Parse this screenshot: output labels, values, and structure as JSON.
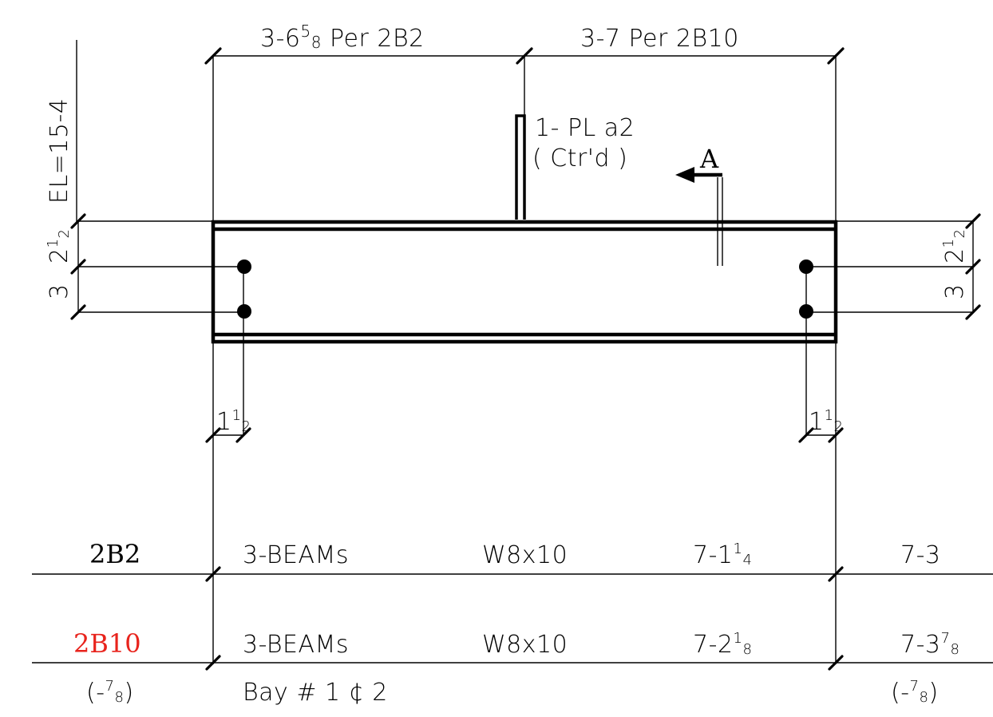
{
  "dimensions": {
    "left_span": "3-6",
    "left_span_sup": "5",
    "left_span_sub": "8",
    "left_span_ref": " Per 2B2",
    "right_span": "3-7 Per 2B10",
    "elevation": "EL=15-4",
    "left_top": "2",
    "left_top_sup": "1",
    "left_top_sub": "2",
    "left_hole": "3",
    "right_top": "2",
    "right_top_sup": "1",
    "right_top_sub": "2",
    "right_hole": "3",
    "left_edge": "1",
    "left_edge_sup": "1",
    "left_edge_sub": "2",
    "right_edge": "1",
    "right_edge_sup": "1",
    "right_edge_sub": "2"
  },
  "plate": {
    "label": "1- PL a2",
    "note": "( Ctr'd )"
  },
  "section": {
    "label": "A"
  },
  "rows": [
    {
      "mark": "2B2",
      "mark_color": "#000000",
      "qty": "3-BEAMs",
      "size": "W8x10",
      "length": "7-1",
      "length_sup": "1",
      "length_sub": "4",
      "right": "7-3",
      "right_sup": "",
      "right_sub": ""
    },
    {
      "mark": "2B10",
      "mark_color": "#e8231c",
      "qty": "3-BEAMs",
      "size": "W8x10",
      "length": "7-2",
      "length_sup": "1",
      "length_sub": "8",
      "right": "7-3",
      "right_sup": "7",
      "right_sub": "8"
    }
  ],
  "notes": {
    "left_adjust": "(-",
    "left_adjust_sup": "7",
    "left_adjust_sub": "8",
    "left_adjust_close": ")",
    "bay": "Bay # 1 ¢ 2",
    "right_adjust": "(-",
    "right_adjust_sup": "7",
    "right_adjust_sub": "8",
    "right_adjust_close": ")"
  }
}
